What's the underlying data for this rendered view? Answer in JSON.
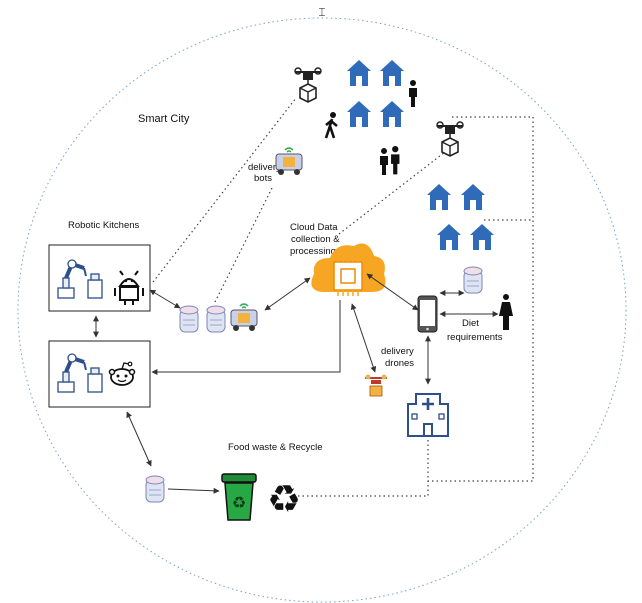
{
  "labels": {
    "smart_city": "Smart City",
    "robotic_kitchens": "Robotic Kitchens",
    "delivery_bots_1": "delivery",
    "delivery_bots_2": "bots",
    "cloud_1": "Cloud Data",
    "cloud_2": "collection &",
    "cloud_3": "processing",
    "delivery_drones_1": "delivery",
    "delivery_drones_2": "drones",
    "diet_1": "Diet",
    "diet_2": "requirements",
    "food_waste": "Food waste & Recycle"
  },
  "colors": {
    "house_blue": "#2f6bb8",
    "cloud_orange": "#f6a623",
    "bin_green": "#27a844",
    "line": "#333333",
    "dotted": "#444444"
  },
  "icons": [
    "house-icon",
    "person-icon",
    "drone-icon",
    "delivery-bot-icon",
    "robot-arm-icon",
    "android-icon",
    "reddit-icon",
    "cloud-chip-icon",
    "smartphone-icon",
    "hospital-icon",
    "trash-bin-icon",
    "recycle-icon",
    "vacuum-robot-icon"
  ]
}
